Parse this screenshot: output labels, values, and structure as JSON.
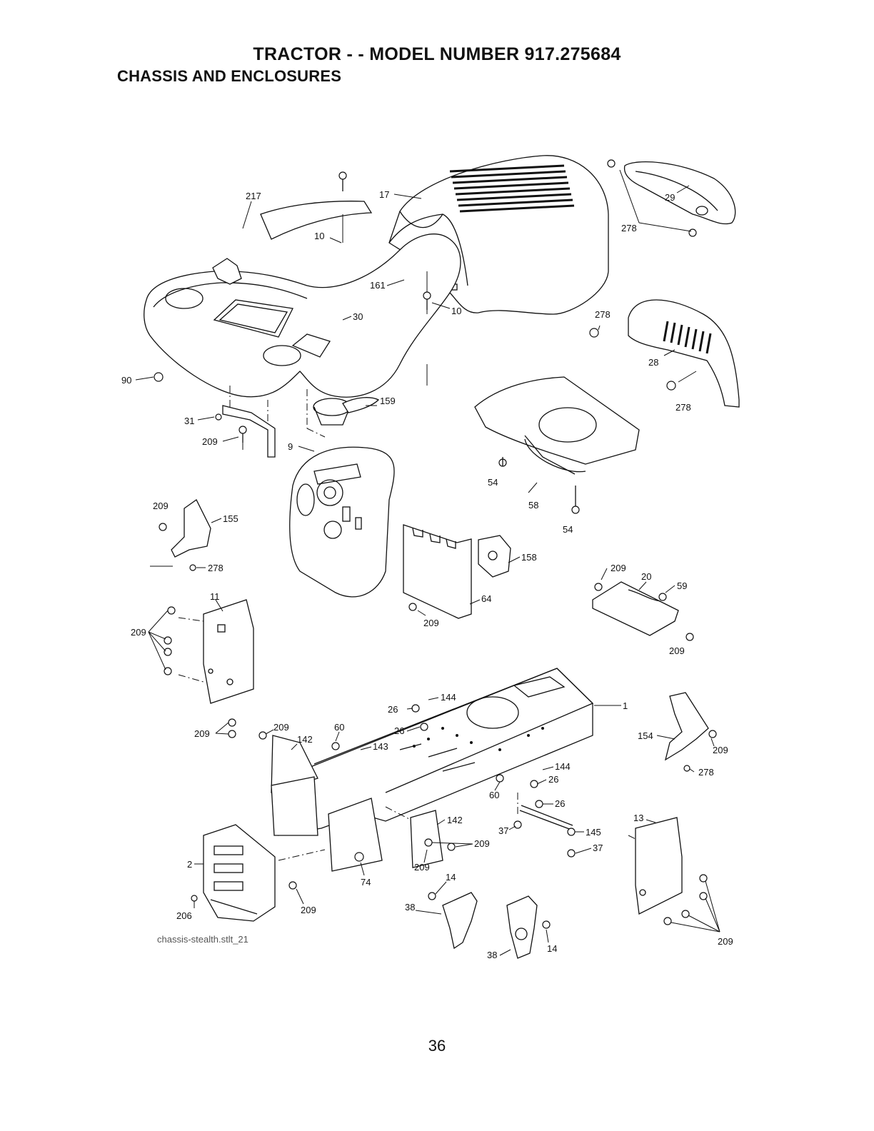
{
  "header": {
    "title": "TRACTOR - - MODEL NUMBER 917.275684",
    "subtitle": "CHASSIS AND ENCLOSURES"
  },
  "diagram": {
    "file_ref": "chassis-stealth.stlt_21",
    "labels": [
      "17",
      "29",
      "278",
      "10",
      "217",
      "161",
      "10",
      "30",
      "278",
      "28",
      "278",
      "90",
      "159",
      "31",
      "209",
      "9",
      "54",
      "58",
      "54",
      "209",
      "155",
      "278",
      "158",
      "209",
      "20",
      "59",
      "64",
      "209",
      "209",
      "11",
      "209",
      "1",
      "144",
      "26",
      "26",
      "60",
      "143",
      "209",
      "209",
      "142",
      "154",
      "209",
      "144",
      "26",
      "60",
      "26",
      "278",
      "13",
      "142",
      "145",
      "209",
      "37",
      "37",
      "209",
      "2",
      "14",
      "74",
      "209",
      "206",
      "38",
      "38",
      "14",
      "209"
    ]
  },
  "footer": {
    "page_number": "36"
  }
}
